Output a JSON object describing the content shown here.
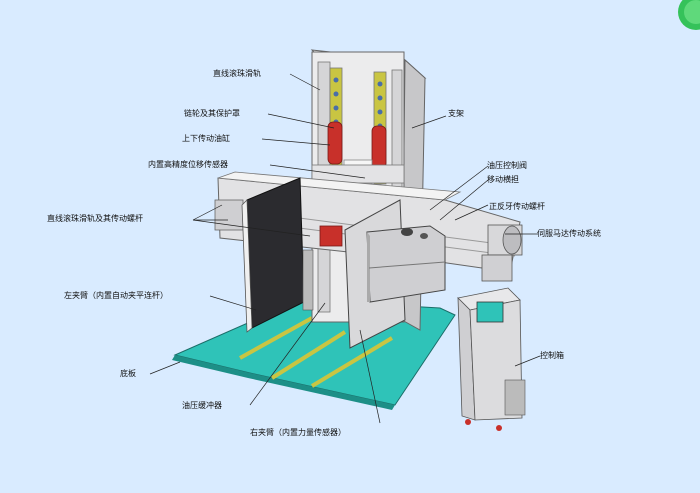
{
  "labels": {
    "linear_guide": "直线滚珠滑轨",
    "sprocket_cover": "链轮及其保护罩",
    "lift_cylinder": "上下传动油缸",
    "displacement_sensor": "内置高精度位移传感器",
    "linear_guide_screw": "直线滚珠滑轨及其传动螺杆",
    "left_arm": "左夹臂（内置自动夹平连杆）",
    "base_plate": "底板",
    "hydraulic_buffer": "油压缓冲器",
    "right_arm": "右夹臂（内置力量传感器）",
    "support_frame": "支架",
    "hydraulic_valve": "油压控制阀",
    "moving_beam": "移动横担",
    "forward_reverse_screw": "正反牙传动螺杆",
    "servo_motor_drive": "伺服马达传动系统",
    "control_box": "控制箱"
  },
  "colors": {
    "background": "#d9ebff",
    "base_plate": "#2fc3b8",
    "frame": "#e9e9ea",
    "red_parts": "#c8302a",
    "arm_dark": "#2b2b2f",
    "yellow_rail": "#c9c542"
  },
  "icons": {
    "logo": "green-circle-logo"
  }
}
